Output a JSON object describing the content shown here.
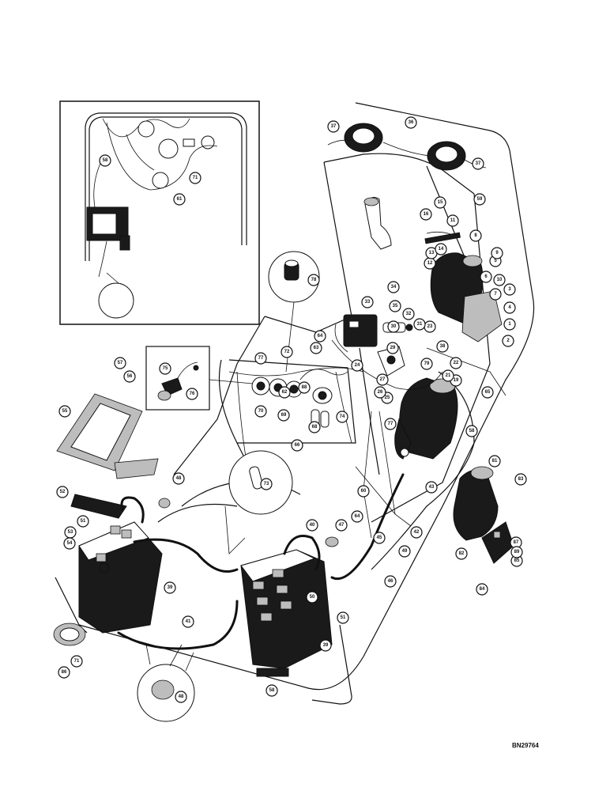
{
  "drawing_code": "BN29764",
  "refs": {
    "r1": "1",
    "r2": "2",
    "r3": "3",
    "r4": "4",
    "r5": "5",
    "r6": "6",
    "r7": "7",
    "r8": "8",
    "r9": "9",
    "r10": "10",
    "r11": "11",
    "r12": "12",
    "r13": "13",
    "r14": "14",
    "r15": "15",
    "r16": "16",
    "r19": "19",
    "r21": "21",
    "r22": "22",
    "r23": "23",
    "r24": "24",
    "r25": "25",
    "r26": "26",
    "r27": "27",
    "r29": "29",
    "r30": "30",
    "r31": "31",
    "r32": "32",
    "r33": "33",
    "r34": "34",
    "r35": "35",
    "r36": "36",
    "r37a": "37",
    "r37b": "37",
    "r38": "38",
    "r39a": "39",
    "r39b": "39",
    "r40": "40",
    "r41": "41",
    "r42": "42",
    "r43": "43",
    "r45": "45",
    "r46": "46",
    "r47": "47",
    "r48a": "48",
    "r48b": "48",
    "r49": "49",
    "r50": "50",
    "r51a": "51",
    "r51b": "51",
    "r52": "52",
    "r53": "53",
    "r54": "54",
    "r55": "55",
    "r56": "56",
    "r57": "57",
    "r58a": "58",
    "r58b": "58",
    "r58c": "58",
    "r59": "59",
    "r60": "60",
    "r61": "61",
    "r62": "62",
    "r63": "63",
    "r64a": "64",
    "r64b": "64",
    "r65": "65",
    "r66": "66",
    "r68": "68",
    "r69": "69",
    "r70": "70",
    "r71a": "71",
    "r71b": "71",
    "r72": "72",
    "r73": "73",
    "r74": "74",
    "r75": "75",
    "r76": "76",
    "r77a": "77",
    "r77b": "77",
    "r78": "78",
    "r79": "79",
    "r81": "81",
    "r82": "82",
    "r83": "83",
    "r84": "84",
    "r85": "85",
    "r86": "86",
    "r87": "87",
    "r88": "88",
    "r89": "89"
  }
}
